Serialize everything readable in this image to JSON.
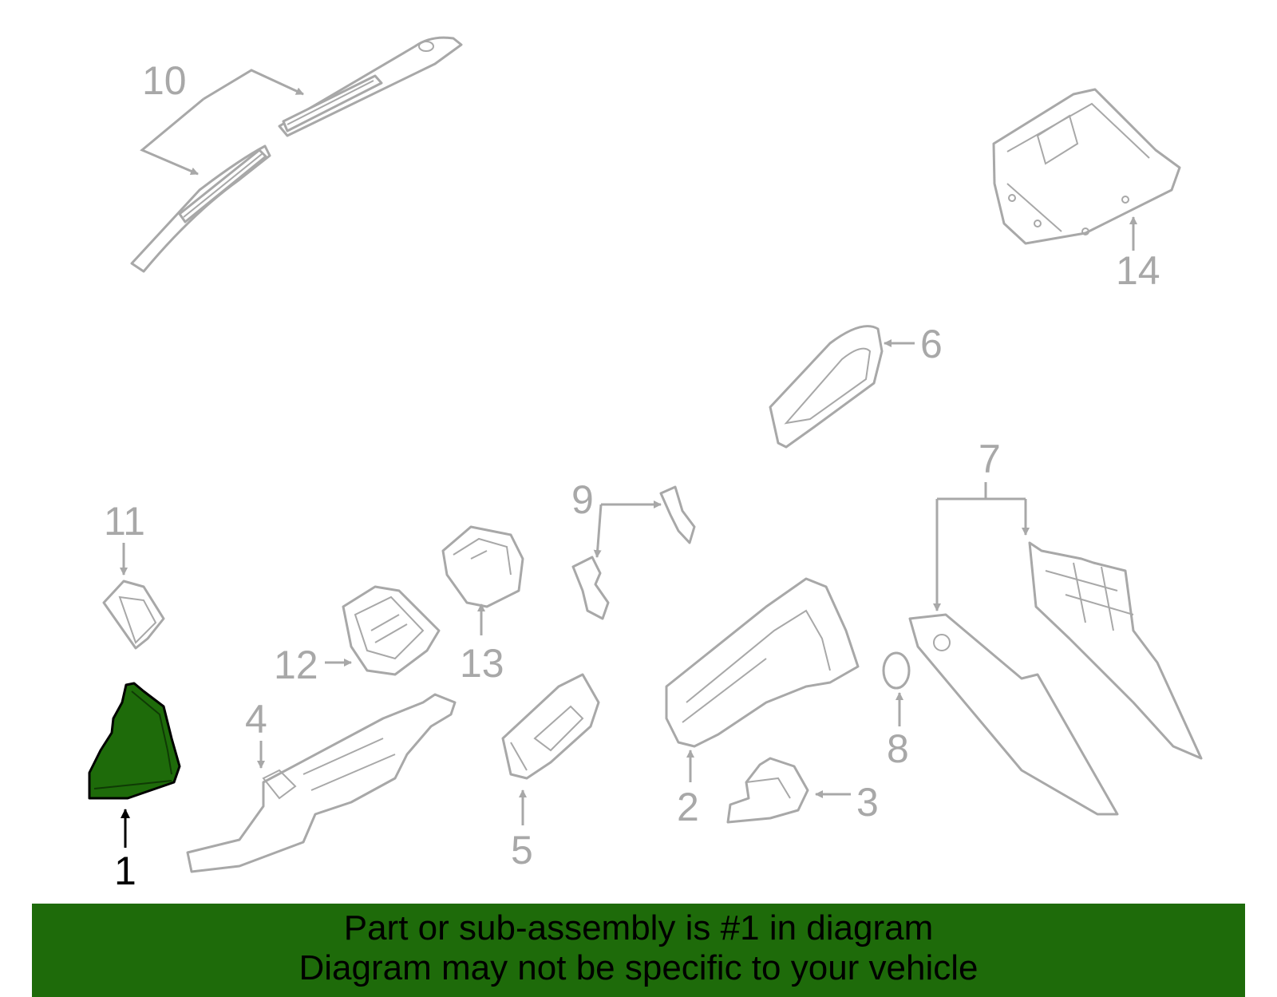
{
  "colors": {
    "highlight_fill": "#1e6b0a",
    "highlight_outline": "#000000",
    "part_line": "#a8a8a8",
    "banner_bg": "#1e6b0a",
    "banner_text": "#000000"
  },
  "callouts": {
    "c1": "1",
    "c2": "2",
    "c3": "3",
    "c4": "4",
    "c5": "5",
    "c6": "6",
    "c7": "7",
    "c8": "8",
    "c9": "9",
    "c10": "10",
    "c11": "11",
    "c12": "12",
    "c13": "13",
    "c14": "14"
  },
  "highlighted_part": "1",
  "banner": {
    "line1": "Part or sub-assembly is #1 in diagram",
    "line2": "Diagram may not be specific to your vehicle"
  }
}
